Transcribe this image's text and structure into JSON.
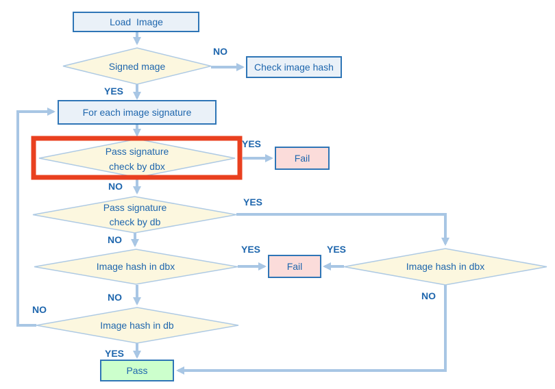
{
  "diagram": {
    "title": "UEFI secure boot image verification flowchart",
    "background": "#ffffff",
    "highlight_color": "#e9401f",
    "arrow_color": "#a8c6e4",
    "node_colors": {
      "process_fill": "#eaf1f8",
      "process_border": "#2e75b6",
      "decision_fill": "#fcf7df",
      "decision_border": "#aecae4",
      "fail_fill": "#fbdcda",
      "pass_fill": "#ccffcc",
      "text": "#1e66ad"
    }
  },
  "nodes": {
    "load_image": {
      "type": "process",
      "label": "Load  Image"
    },
    "signed_image": {
      "type": "decision",
      "label": "Signed mage"
    },
    "check_image_hash": {
      "type": "process",
      "label": "Check image hash"
    },
    "for_each_signature": {
      "type": "process",
      "label": "For each image signature"
    },
    "pass_sig_dbx": {
      "type": "decision",
      "highlighted": true,
      "line1": "Pass signature",
      "line2": "check by dbx"
    },
    "fail_dbx": {
      "type": "fail",
      "label": "Fail"
    },
    "pass_sig_db": {
      "type": "decision",
      "line1": "Pass signature",
      "line2": "check by db"
    },
    "hash_dbx_left": {
      "type": "decision",
      "label": "Image hash in dbx"
    },
    "fail_hash": {
      "type": "fail",
      "label": "Fail"
    },
    "hash_dbx_right": {
      "type": "decision",
      "label": "Image hash in dbx"
    },
    "hash_db": {
      "type": "decision",
      "label": "Image hash in db"
    },
    "pass": {
      "type": "pass",
      "label": "Pass"
    }
  },
  "edges": {
    "signed_no": "NO",
    "signed_yes": "YES",
    "dbx_yes": "YES",
    "dbx_no": "NO",
    "db_yes": "YES",
    "db_no": "NO",
    "hash_dbx_left_yes": "YES",
    "hash_dbx_left_no": "NO",
    "hash_dbx_right_yes": "YES",
    "hash_dbx_right_no": "NO",
    "hash_db_yes": "YES",
    "hash_db_no": "NO"
  }
}
